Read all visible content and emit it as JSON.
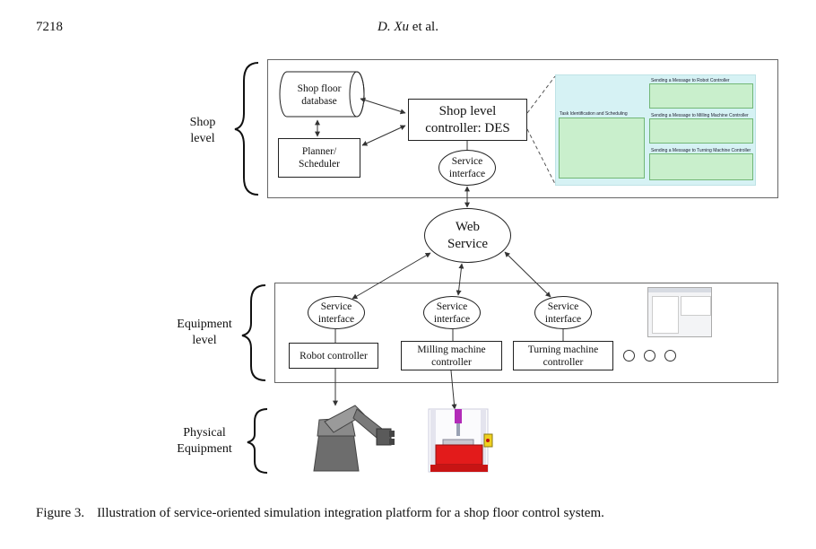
{
  "header": {
    "page_number": "7218",
    "authors": "D. Xu",
    "et_al": " et al."
  },
  "levels": {
    "shop": [
      "Shop",
      "level"
    ],
    "equipment": [
      "Equipment",
      "level"
    ],
    "physical": [
      "Physical",
      "Equipment"
    ]
  },
  "shop": {
    "database": [
      "Shop floor",
      "database"
    ],
    "planner": [
      "Planner/",
      "Scheduler"
    ],
    "controller": [
      "Shop level",
      "controller: DES"
    ],
    "service_interface": [
      "Service",
      "interface"
    ]
  },
  "des_panel": {
    "task_label": "Task Identification and Scheduling",
    "sections": [
      "Sending a Message to Robot Controller",
      "Sending a Message to Milling Machine Controller",
      "Sending a Message to Turning Machine Controller"
    ]
  },
  "web_service": [
    "Web",
    "Service"
  ],
  "equipment": {
    "service_interface": [
      "Service",
      "interface"
    ],
    "robot": "Robot controller",
    "milling": [
      "Milling machine",
      "controller"
    ],
    "turning": [
      "Turning machine",
      "controller"
    ]
  },
  "caption": {
    "number": "Figure 3.",
    "text": "Illustration of service-oriented simulation integration platform for a shop floor control system."
  }
}
